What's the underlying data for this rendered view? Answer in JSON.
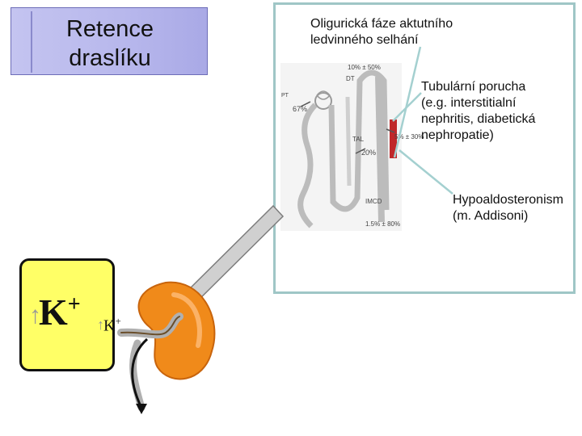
{
  "title": "Retence\ndraslíku",
  "panel_heading": "Oligurická fáze aktutního\nledvinného selhání",
  "cause_tubular": "Tubulární porucha\n(e.g. interstitialní\nnephritis, diabetická\nnephropatie)",
  "cause_hypoaldo": "Hypoaldosteronism\n(m. Addisoni)",
  "nephron_labels": {
    "dt_top": "10% ± 50%",
    "dt": "DT",
    "pt": "PT",
    "pt_pct": "67%",
    "tal": "TAL",
    "tal_pct": "20%",
    "ccd_pct": "5% ± 30%",
    "imcd": "IMCD",
    "imcd_pct": "1.5% ± 80%"
  },
  "potassium_big": "K",
  "potassium_small": "K",
  "plus": "+",
  "up_arrow": "↑",
  "colors": {
    "title_bg": "#b7b7ec",
    "panel_border": "#9fc6c6",
    "k_box": "#ffff66",
    "kidney": "#f08a1a",
    "arrow_grey": "#c8c8c8"
  }
}
